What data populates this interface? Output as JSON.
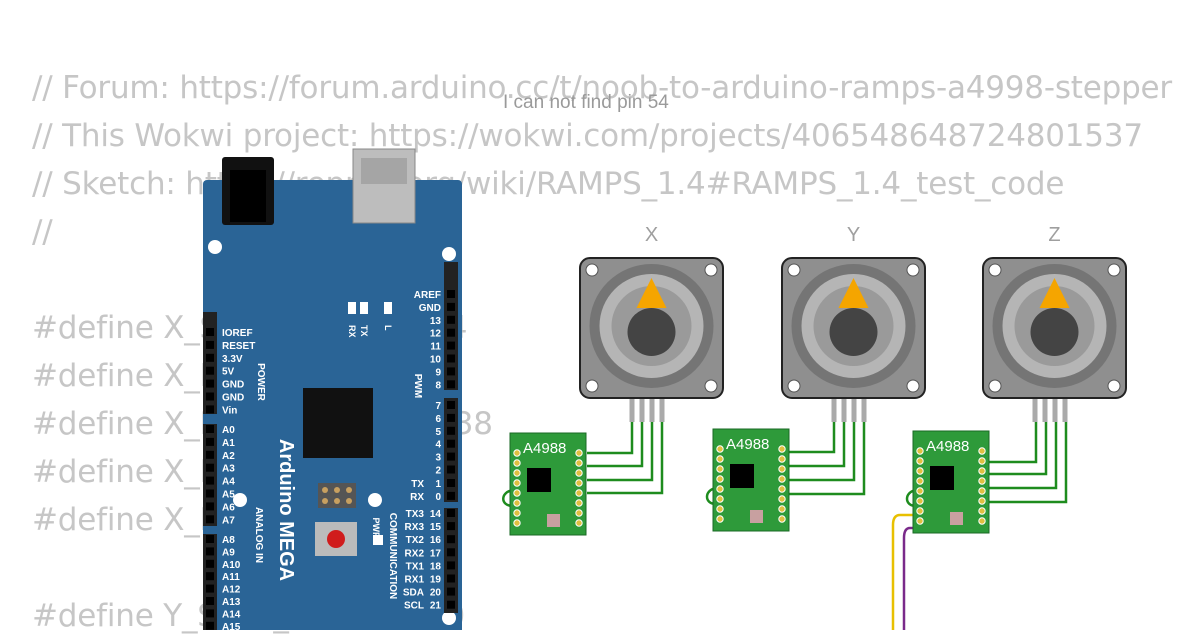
{
  "code_lines": [
    "// Forum: https://forum.arduino.cc/t/noob-to-arduino-ramps-a4998-stepper",
    "// This Wokwi project: https://wokwi.com/projects/406548648724801537",
    "// Sketch: https://reprap.org/wiki/RAMPS_1.4#RAMPS_1.4_test_code",
    "//",
    "",
    "#define X_STEP_PIN         54",
    "#define X_DIR_PIN          55",
    "#define X_ENABLE_PIN       38",
    "#define X_MIN_PIN           3",
    "#define X_MAX_PIN           2",
    "",
    "#define Y_STEP_PIN         60"
  ],
  "annotation": "I can not find pin 54",
  "board": {
    "name": "Arduino MEGA",
    "power_group": "POWER",
    "analog_group": "ANALOG IN",
    "pwm_group": "PWM",
    "comm_group": "COMMUNICATION",
    "pwr_label": "PWR",
    "led_labels": [
      "RX",
      "TX",
      "L"
    ],
    "power_pins": [
      "IOREF",
      "RESET",
      "3.3V",
      "5V",
      "GND",
      "GND",
      "Vin"
    ],
    "analog_pins": [
      "A0",
      "A1",
      "A2",
      "A3",
      "A4",
      "A5",
      "A6",
      "A7",
      "A8",
      "A9",
      "A10",
      "A11",
      "A12",
      "A13",
      "A14",
      "A15"
    ],
    "top_right_pins": [
      "AREF",
      "GND",
      "13",
      "12",
      "11",
      "10",
      "9",
      "8"
    ],
    "pwm_pins": [
      "7",
      "6",
      "5",
      "4",
      "3",
      "2"
    ],
    "tx_rx_pins": [
      {
        "name": "TX",
        "num": "1"
      },
      {
        "name": "RX",
        "num": "0"
      }
    ],
    "comm_pins": [
      {
        "name": "TX3",
        "num": "14"
      },
      {
        "name": "RX3",
        "num": "15"
      },
      {
        "name": "TX2",
        "num": "16"
      },
      {
        "name": "RX2",
        "num": "17"
      },
      {
        "name": "TX1",
        "num": "18"
      },
      {
        "name": "RX1",
        "num": "19"
      },
      {
        "name": "SDA",
        "num": "20"
      },
      {
        "name": "SCL",
        "num": "21"
      }
    ],
    "colors": {
      "pcb": "#2a6496",
      "header": "#222222",
      "chip": "#111111",
      "reset": "#d01c1c"
    }
  },
  "motors": [
    {
      "axis": "X"
    },
    {
      "axis": "Y"
    },
    {
      "axis": "Z"
    }
  ],
  "drivers": [
    {
      "label": "A4988"
    },
    {
      "label": "A4988"
    },
    {
      "label": "A4988"
    }
  ],
  "colors": {
    "wire_green": "#1e8c1e",
    "wire_yellow": "#e8c000",
    "wire_purple": "#7a2a8a",
    "driver_pcb": "#2e9a3a",
    "motor_body": "#9a9a9a",
    "motor_pointer": "#f5a500"
  }
}
